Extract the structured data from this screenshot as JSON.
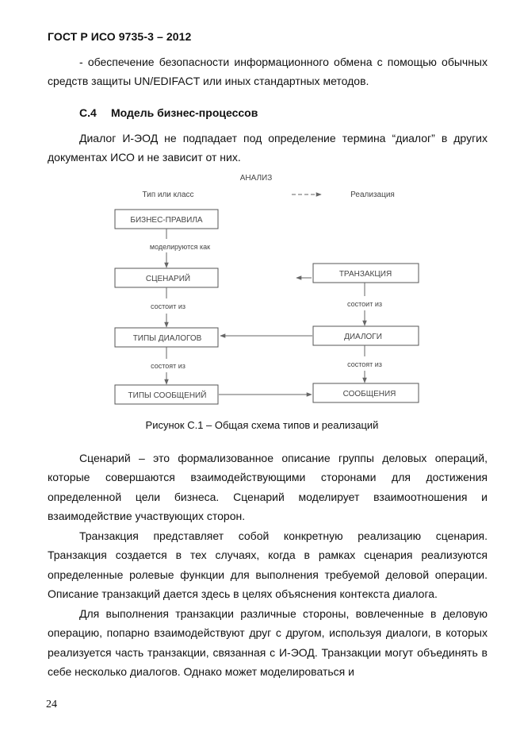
{
  "header": {
    "title": "ГОСТ Р ИСО 9735-3 – 2012"
  },
  "intro": {
    "text": "- обеспечение безопасности информационного обмена с помощью обычных средств защиты UN/EDIFACT или иных стандартных методов."
  },
  "section": {
    "number": "C.4",
    "title": "Модель бизнес-процессов"
  },
  "para_dialog": {
    "text": "Диалог И-ЭОД не подпадает под определение термина “диалог” в других документах ИСО и не зависит от них."
  },
  "figure": {
    "top_label": "АНАЛИЗ",
    "left_column": "Тип или класс",
    "right_column": "Реализация",
    "boxes_left": [
      "БИЗНЕС-ПРАВИЛА",
      "СЦЕНАРИЙ",
      "ТИПЫ ДИАЛОГОВ",
      "ТИПЫ СООБЩЕНИЙ"
    ],
    "boxes_right": [
      "ТРАНЗАКЦИЯ",
      "ДИАЛОГИ",
      "СООБЩЕНИЯ"
    ],
    "labels_left": [
      "моделируются как",
      "состоит из",
      "состоят из"
    ],
    "labels_right": [
      "состоит из",
      "состоят из"
    ],
    "caption": "Рисунок С.1 – Общая схема типов и реализаций"
  },
  "paragraphs": [
    "Сценарий – это формализованное описание группы деловых операций, которые совершаются взаимодействующими сторонами для достижения определенной цели бизнеса. Сценарий моделирует взаимоотношения и взаимодействие участвующих сторон.",
    "Транзакция представляет собой конкретную реализацию сценария. Транзакция создается в тех случаях, когда в рамках сценария реализуются определенные ролевые функции для выполнения требуемой деловой операции. Описание транзакций дается здесь в целях объяснения контекста диалога.",
    "Для выполнения транзакции различные стороны, вовлеченные в деловую операцию, попарно взаимодействуют друг с другом, используя диалоги, в которых реализуется часть транзакции, связанная с И-ЭОД. Транзакции могут объединять в себе несколько диалогов. Однако может моделироваться и"
  ],
  "page_number": "24"
}
